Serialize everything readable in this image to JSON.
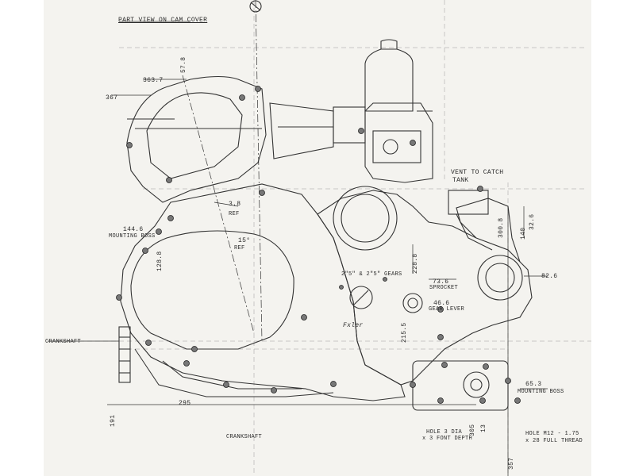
{
  "labels": {
    "part_view": "PART VIEW ON CAM COVER",
    "vent": "VENT TO CATCH",
    "vent2": "TANK",
    "crankshaft": "CRANKSHAFT",
    "crankshaft2": "CRANKSHAFT",
    "mounting_boss_left": "MOUNTING BOSS",
    "mounting_boss_right": "MOUNTING BOSS",
    "gears": "2\"5\" & 2\"5\" GEARS",
    "sprocket": "SPROCKET",
    "gear_lever": "GEAR LEVER",
    "hole_left": "HOLE 3 DIA",
    "hole_left2": "x 3 FONT DEPTH",
    "hole_right": "HOLE M12 - 1.75",
    "hole_right2": "x 28 FULL THREAD",
    "ref": "REF",
    "ref2": "REF",
    "center_label": "Fxler",
    "dims": {
      "d1": "363.7",
      "d2": "367",
      "d3": "57.8",
      "d4": "144.6",
      "d5": "128.8",
      "d6": "15°",
      "d7": "3.8",
      "d8": "228.8",
      "d9": "73.6",
      "d10": "46.6",
      "d11": "215.5",
      "d12": "82.6",
      "d13": "65.3",
      "d14": "295",
      "d15": "191",
      "d16": "357",
      "d17": "305",
      "d18": "13",
      "d19": "32.6",
      "d20": "140",
      "d21": "300.8"
    }
  }
}
